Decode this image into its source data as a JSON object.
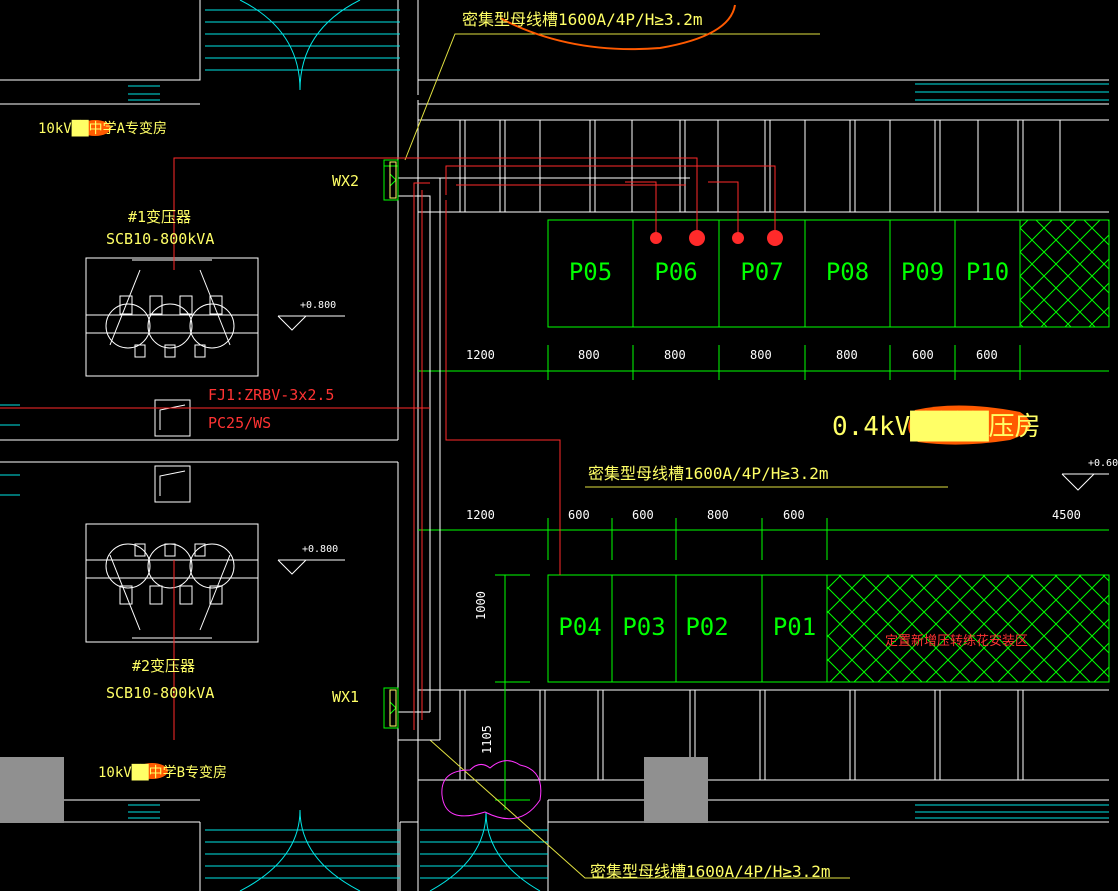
{
  "colors": {
    "wall": "#ffffff",
    "panel": "#00ff00",
    "text_yellow": "#ffff66",
    "red": "#ff2a2a",
    "cyan": "#00e5e5",
    "magenta": "#ff33ff",
    "orange": "#ff5a00",
    "label_red_text": "#ff3333",
    "gray_block": "#909090"
  },
  "rooms": {
    "room_a": "10kV██中学A专变房",
    "room_b": "10kV██中学B专变房",
    "low_voltage_room": "0.4kV█████压房"
  },
  "transformers": {
    "t1_name": "#1变压器",
    "t1_model": "SCB10-800kVA",
    "t2_name": "#2变压器",
    "t2_model": "SCB10-800kVA"
  },
  "elevations": {
    "t1": "+0.800",
    "t2": "+0.800",
    "lv_room": "+0.60"
  },
  "cables": {
    "wx1": "WX1",
    "wx2": "WX2",
    "fj1_line1": "FJ1:ZRBV-3x2.5",
    "fj1_line2": "PC25/WS"
  },
  "busway": {
    "top": "密集型母线槽1600A/4P/H≥3.2m",
    "middle": "密集型母线槽1600A/4P/H≥3.2m",
    "bottom": "密集型母线槽1600A/4P/H≥3.2m"
  },
  "panels_top": [
    "P05",
    "P06",
    "P07",
    "P08",
    "P09",
    "P10"
  ],
  "panels_bottom": [
    "P04",
    "P03",
    "P02",
    "P01"
  ],
  "reserved_area_label": "定置新增压转练花安装区",
  "dims_top": [
    "1200",
    "800",
    "800",
    "800",
    "800",
    "600",
    "600"
  ],
  "dims_bottom": [
    "1200",
    "600",
    "600",
    "800",
    "600",
    "4500"
  ],
  "dims_vertical": [
    "1000",
    "1105"
  ]
}
